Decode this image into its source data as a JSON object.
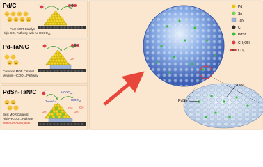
{
  "panels": {
    "pdc": {
      "title": "Pd/C",
      "desc_line1": "Poor MOR Catalyst",
      "desc_line2": "High-CO",
      "desc_line2_sub": "2",
      "desc_line2_rest": " Pathway with no HCOO",
      "desc_line2_sub2": "ad"
    },
    "pdtan": {
      "title": "Pd-TaN/C",
      "desc_line1": "Common MOR Catalyst",
      "desc_line2": "Medium-HCOO",
      "desc_line2_sub": "ad",
      "desc_line2_rest": " Pathway",
      "oh_label": "OH"
    },
    "pdsntan": {
      "title": "PdSn-TaN/C",
      "desc_line1": "Best MOR Catalyst",
      "desc_line2": "High-HCOO",
      "desc_line2_sub": "ad",
      "desc_line2_rest": " Pathway",
      "desc_line3": "More OH Adsorption",
      "hcoo_1": "HCOO",
      "hcoo_2": "HCOO",
      "hcoo_3": "HCOO",
      "hcoo_sub": "ad",
      "oh_1": "OH",
      "oh_2": "OH",
      "oh_3": "OH",
      "oh_4": "OH"
    }
  },
  "legend": {
    "items": [
      {
        "label": "Pd",
        "color": "#e6c400"
      },
      {
        "label": "Sn",
        "color": "#6fd14a"
      },
      {
        "label": "TaN",
        "color": "#9fb3d6"
      },
      {
        "label": "C",
        "color": "#2b2b2b"
      },
      {
        "label": "PdSn",
        "color": "#2fbf2f"
      },
      {
        "label": "CH",
        "sub": "3",
        "label_rest": "OH",
        "color": "#e03c3c"
      },
      {
        "label": "CO",
        "sub": "2",
        "color": "#e03c3c"
      }
    ]
  },
  "annotations": {
    "tan": "TaN",
    "pdsn": "PdSn"
  },
  "colors": {
    "panel_bg": "#fbe6cf",
    "panel_border": "#e0b98a",
    "arrow_red": "#e8463b",
    "sphere_blue": "#5b82d8",
    "sphere_light": "#b7d1f1"
  }
}
